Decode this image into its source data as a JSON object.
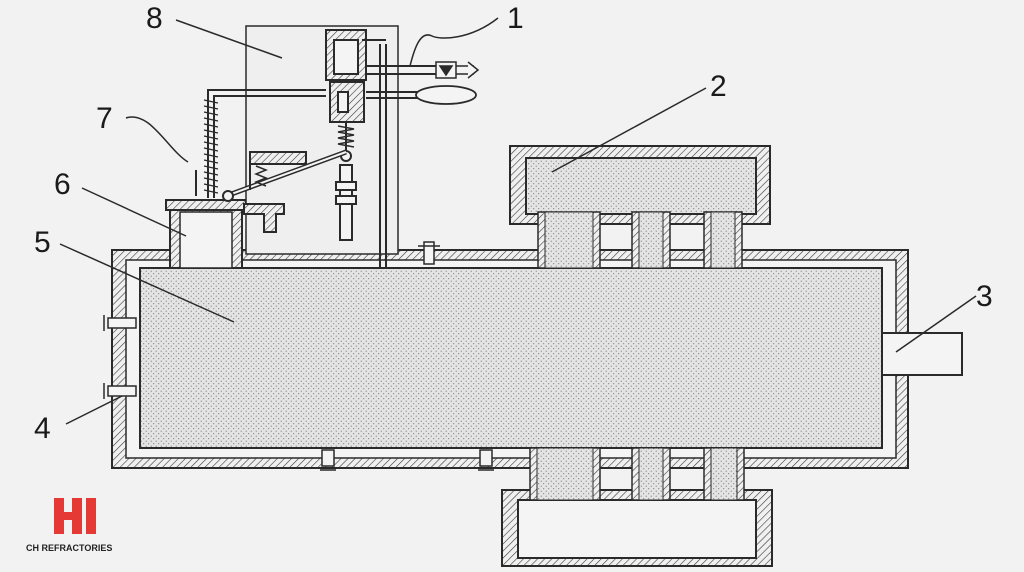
{
  "labels": {
    "l1": "1",
    "l2": "2",
    "l3": "3",
    "l4": "4",
    "l5": "5",
    "l6": "6",
    "l7": "7",
    "l8": "8"
  },
  "logo": {
    "mark": "H",
    "name": "CH REFRACTORIES",
    "color": "#e53935"
  },
  "colors": {
    "line": "#2a2a2a",
    "fill": "#dcdcdc",
    "background": "#f2f2f2"
  }
}
